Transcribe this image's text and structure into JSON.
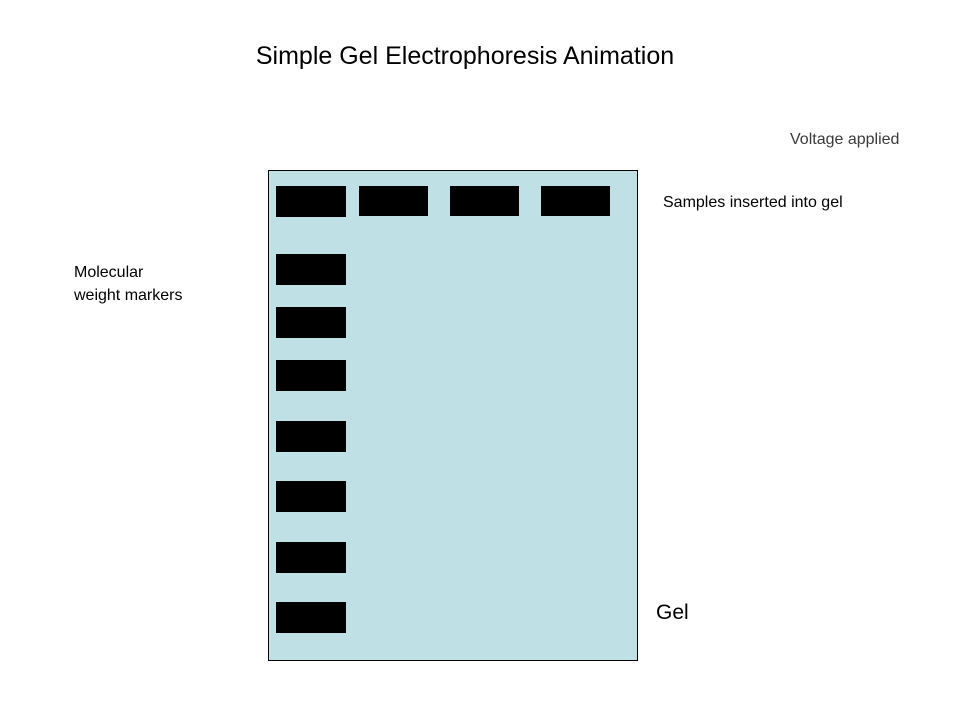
{
  "title": "Simple Gel Electrophoresis Animation",
  "status": {
    "voltage_label": "Voltage applied"
  },
  "labels": {
    "samples": "Samples inserted into gel",
    "markers_line1": "Molecular",
    "markers_line2": "weight markers",
    "gel": "Gel"
  },
  "colors": {
    "gel_fill": "#bfe0e5",
    "band": "#000000"
  },
  "gel": {
    "lanes": 4,
    "marker_lane_bands": 8,
    "sample_wells": 3
  }
}
